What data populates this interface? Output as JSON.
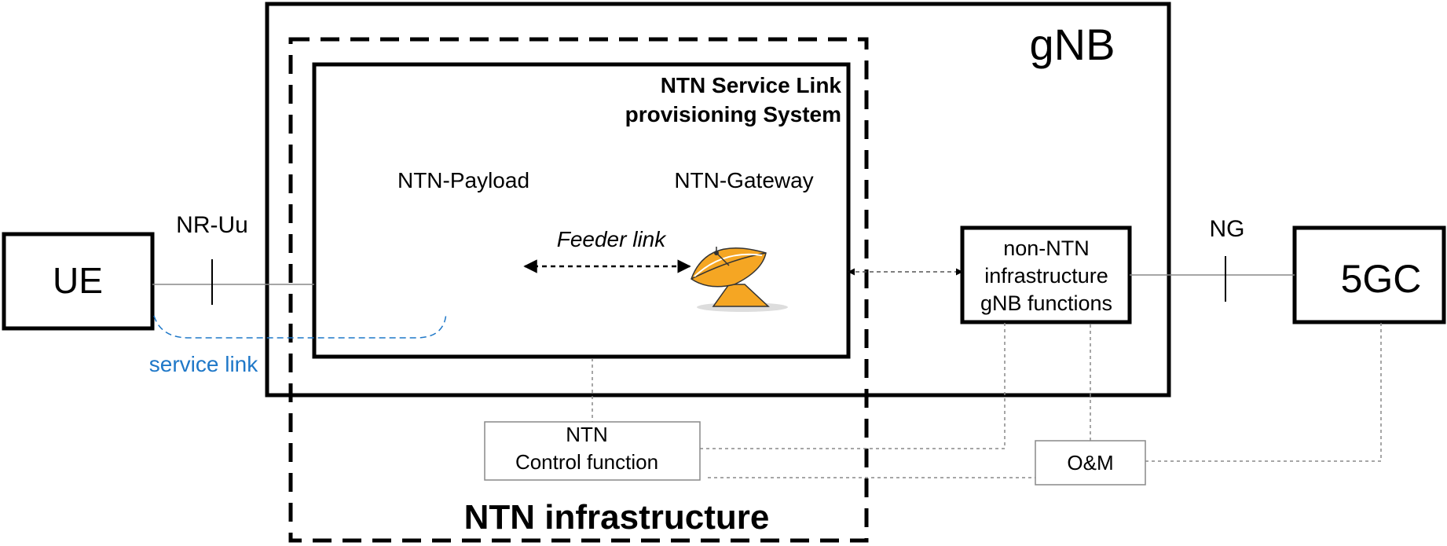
{
  "nodes": {
    "ue": "UE",
    "gnb": "gNB",
    "service_link_system_line1": "NTN Service Link",
    "service_link_system_line2": "provisioning System",
    "ntn_payload": "NTN-Payload",
    "ntn_gateway": "NTN-Gateway",
    "non_ntn_line1": "non-NTN",
    "non_ntn_line2": "infrastructure",
    "non_ntn_line3": "gNB functions",
    "fivegc": "5GC",
    "ntn_control_line1": "NTN",
    "ntn_control_line2": "Control function",
    "om": "O&M",
    "ntn_infrastructure": "NTN infrastructure"
  },
  "links": {
    "nr_uu": "NR-Uu",
    "ng": "NG",
    "feeder_link": "Feeder link",
    "service_link": "service link"
  },
  "icons": {
    "gateway": "satellite-dish-icon"
  },
  "colors": {
    "service_link": "#1f78c8",
    "dish": "#f5a623",
    "outline": "#000000",
    "connector": "#888888"
  }
}
